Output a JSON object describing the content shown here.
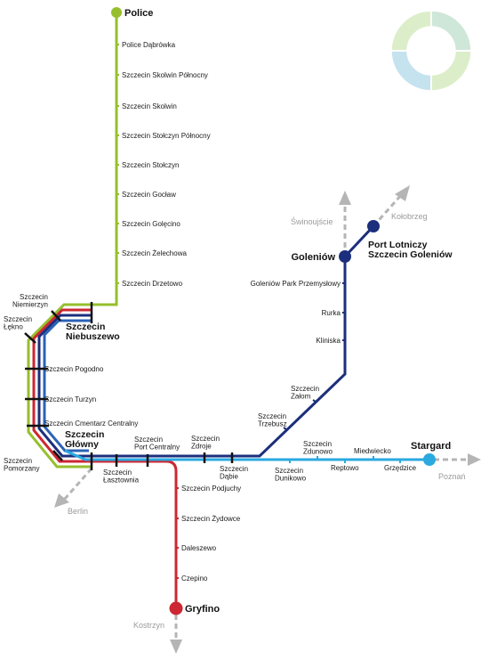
{
  "colors": {
    "green": "#96bf2d",
    "red": "#cc2732",
    "navy": "#1c2f7c",
    "blue": "#2c63b6",
    "cyan": "#2aa9e0",
    "grey": "#b5b5b5",
    "logo_light": "#dceec9",
    "logo_mid": "#c5e2ef"
  },
  "icons": {
    "logo": "regional-rail-ring-logo"
  },
  "stations": {
    "police": "Police",
    "police_dabrowka": "Police Dąbrówka",
    "skolwin_polnocny": "Szczecin Skolwin Północny",
    "skolwin": "Szczecin Skolwin",
    "stolczyn_polnocny": "Szczecin Stołczyn Północny",
    "stolczyn": "Szczecin Stołczyn",
    "goclaw": "Szczecin Gocław",
    "golecino": "Szczecin Golęcino",
    "zelechowa": "Szczecin Żelechowa",
    "drzetowo": "Szczecin Drzetowo",
    "niemierzyn": "Szczecin\nNiemierzyn",
    "leknow": "Szczecin\nŁękno",
    "niebuszewo": "Szczecin\nNiebuszewo",
    "pogodno": "Szczecin Pogodno",
    "turzyn": "Szczecin Turzyn",
    "cmentarz": "Szczecin Cmentarz Centralny",
    "pomorzany": "Szczecin\nPomorzany",
    "glowny": "Szczecin\nGłówny",
    "lasztownia": "Szczecin\nŁasztownia",
    "port_centralny": "Szczecin\nPort Centralny",
    "zdroje": "Szczecin\nZdroje",
    "dabie": "Szczecin\nDąbie",
    "podjuchy": "Szczecin Podjuchy",
    "zydowce": "Szczecin Żydowce",
    "daleszewo": "Daleszewo",
    "czepino": "Czepino",
    "gryfino": "Gryfino",
    "trzebusz": "Szczecin\nTrzebusz",
    "zalom": "Szczecin\nZałom",
    "kliniska": "Kliniska",
    "rurka": "Rurka",
    "goleniow_park": "Goleniów Park Przemysłowy",
    "goleniow": "Goleniów",
    "port_lotniczy": "Port Lotniczy\nSzczecin Goleniów",
    "dunikowo": "Szczecin\nDunikowo",
    "zdunowo": "Szczecin\nZdunowo",
    "reptowo": "Reptowo",
    "miedwiecko": "Miedwiecko",
    "grzedzice": "Grzędzice",
    "stargard": "Stargard"
  },
  "destinations": {
    "swinoujscie": "Świnoujście",
    "kolobrzeg": "Kołobrzeg",
    "poznan": "Poznań",
    "berlin": "Berlin",
    "kostrzyn": "Kostrzyn"
  }
}
